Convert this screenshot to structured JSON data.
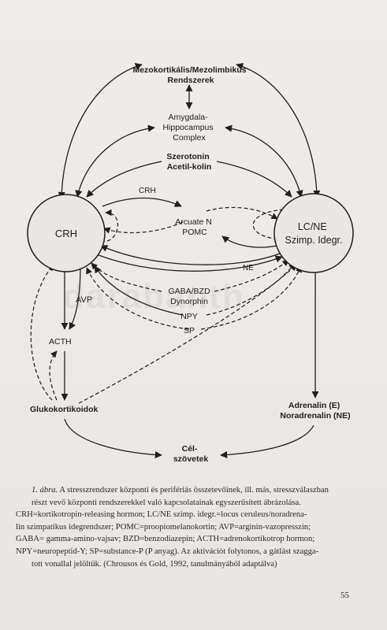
{
  "diagram": {
    "nodes": {
      "mezokortikalis": [
        "Mezokortikális/Mezolimbikus",
        "Rendszerek"
      ],
      "amygdala": [
        "Amygdala-",
        "Hippocampus",
        "Complex"
      ],
      "szerotonin": [
        "Szerotonin",
        "Acetil-kolin"
      ],
      "crh_circle": "CRH",
      "lcne_circle": [
        "LC/NE",
        "Szimp. Idegr."
      ],
      "arcuate": [
        "Arcuate N",
        "POMC"
      ],
      "crh_small": "CRH",
      "ne_small": "NE",
      "gaba_bzd": "GABA/BZD",
      "dynorphin": "Dynorphin",
      "npy": "NPY",
      "sp": "SP",
      "avp": "AVP",
      "acth": "ACTH",
      "glukokortikoidok": "Glukokortikoidok",
      "adrenalin": [
        "Adrenalin (E)",
        "Noradrenalin (NE)"
      ],
      "celszovetek": [
        "Cél-",
        "szövetek"
      ]
    },
    "edges": [
      {
        "from": "Mezokortikális/Mezolimbikus Rendszerek",
        "to": "Amygdala-Hippocampus Complex",
        "style": "solid",
        "direction": "both"
      },
      {
        "from": "CRH",
        "to": "Mezokortikális/Mezolimbikus Rendszerek",
        "style": "solid",
        "direction": "both"
      },
      {
        "from": "LC/NE",
        "to": "Mezokortikális/Mezolimbikus Rendszerek",
        "style": "solid",
        "direction": "both"
      },
      {
        "from": "CRH",
        "to": "Amygdala-Hippocampus Complex",
        "style": "solid",
        "direction": "both"
      },
      {
        "from": "LC/NE",
        "to": "Amygdala-Hippocampus Complex",
        "style": "solid",
        "direction": "both"
      },
      {
        "from": "Szerotonin Acetil-kolin",
        "to": "CRH",
        "style": "solid",
        "direction": "forward"
      },
      {
        "from": "Szerotonin Acetil-kolin",
        "to": "LC/NE",
        "style": "solid",
        "direction": "forward"
      },
      {
        "from": "CRH",
        "to": "Arcuate N POMC",
        "style": "solid",
        "direction": "forward",
        "label": "CRH"
      },
      {
        "from": "Arcuate N POMC",
        "to": "CRH",
        "style": "dashed",
        "direction": "forward"
      },
      {
        "from": "Arcuate N POMC",
        "to": "LC/NE",
        "style": "dashed",
        "direction": "forward"
      },
      {
        "from": "LC/NE",
        "to": "Arcuate N POMC",
        "style": "solid",
        "direction": "forward"
      },
      {
        "from": "LC/NE",
        "to": "CRH",
        "style": "solid",
        "direction": "forward",
        "label": "NE"
      },
      {
        "from": "CRH",
        "to": "LC/NE",
        "style": "solid",
        "direction": "forward"
      },
      {
        "from": "GABA/BZD Dynorphin",
        "to": "CRH",
        "style": "dashed",
        "direction": "forward"
      },
      {
        "from": "GABA/BZD Dynorphin",
        "to": "LC/NE",
        "style": "dashed",
        "direction": "forward"
      },
      {
        "from": "NPY",
        "to": "CRH",
        "style": "solid",
        "direction": "forward"
      },
      {
        "from": "NPY",
        "to": "LC/NE",
        "style": "dashed",
        "direction": "forward"
      },
      {
        "from": "SP",
        "to": "CRH",
        "style": "dashed",
        "direction": "forward"
      },
      {
        "from": "SP",
        "to": "LC/NE",
        "style": "dashed",
        "direction": "forward"
      },
      {
        "from": "CRH",
        "to": "ACTH",
        "style": "solid",
        "direction": "forward"
      },
      {
        "from": "AVP",
        "to": "ACTH",
        "style": "solid",
        "direction": "forward"
      },
      {
        "from": "ACTH",
        "to": "Glukokortikoidok",
        "style": "solid",
        "direction": "forward"
      },
      {
        "from": "Glukokortikoidok",
        "to": "CRH",
        "style": "dashed",
        "direction": "forward"
      },
      {
        "from": "Glukokortikoidok",
        "to": "ACTH",
        "style": "dashed",
        "direction": "forward"
      },
      {
        "from": "Glukokortikoidok",
        "to": "LC/NE",
        "style": "dashed",
        "direction": "forward"
      },
      {
        "from": "LC/NE",
        "to": "Adrenalin (E) Noradrenalin (NE)",
        "style": "solid",
        "direction": "forward"
      },
      {
        "from": "Glukokortikoidok",
        "to": "Cél-szövetek",
        "style": "solid",
        "direction": "forward"
      },
      {
        "from": "Adrenalin (E) Noradrenalin (NE)",
        "to": "Cél-szövetek",
        "style": "solid",
        "direction": "forward"
      }
    ]
  },
  "caption": {
    "lines": [
      {
        "label": "1. ábra.",
        "text": " A stresszrendszer központi és perifériás összetevőinek, ill. más, stresszválaszban"
      },
      {
        "text": "részt vevő központi rendszerekkel való kapcsolatainak egyszerűsített ábrázolása."
      },
      {
        "text": "CRH=kortikotropin-releasing hormon; LC/NE szimp. idegr.=locus ceruleus/noradrena-"
      },
      {
        "text": "lin szimpatikus idegrendszer; POMC=proopiomelanokortin; AVP=arginin-vazopresszin;"
      },
      {
        "text": "GABA= gamma-amino-vajsav; BZD=benzodiazepin; ACTH=adrenokortikotrop hormon;"
      },
      {
        "text": "NPY=neuropeptid-Y; SP=substance-P (P anyag). Az aktivációt folytonos, a gátlást szagga-"
      },
      {
        "text": "tott vonallal jelöltük. (Chrousos és Gold, 1992, tanulmányából adaptálva)"
      }
    ]
  },
  "page_number": "55",
  "watermark": "darabanth"
}
